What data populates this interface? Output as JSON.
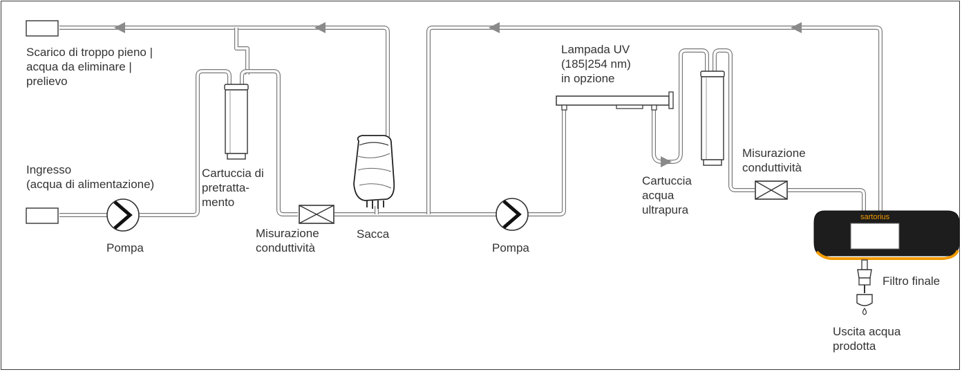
{
  "labels": {
    "overflow": [
      "Scarico di troppo pieno |",
      "acqua da eliminare |",
      "prelievo"
    ],
    "inlet": [
      "Ingresso",
      "(acqua di alimentazione)"
    ],
    "pump1": "Pompa",
    "pump2": "Pompa",
    "pretreat": [
      "Cartuccia di",
      "pretratta-",
      "mento"
    ],
    "cond1": [
      "Misurazione",
      "conduttività"
    ],
    "bag": "Sacca",
    "uv": [
      "Lampada UV",
      "(185|254 nm)",
      "in opzione"
    ],
    "ultrapure": [
      "Cartuccia",
      "acqua",
      "ultrapura"
    ],
    "cond2": [
      "Misurazione",
      "conduttività"
    ],
    "device_brand": "sartorius",
    "final_filter": "Filtro finale",
    "outlet": [
      "Uscita acqua",
      "prodotta"
    ]
  },
  "colors": {
    "device_body": "#1d1d1d",
    "device_accent": "#f29a00",
    "pipe": "#777777",
    "arrow": "#8a8a8a"
  }
}
